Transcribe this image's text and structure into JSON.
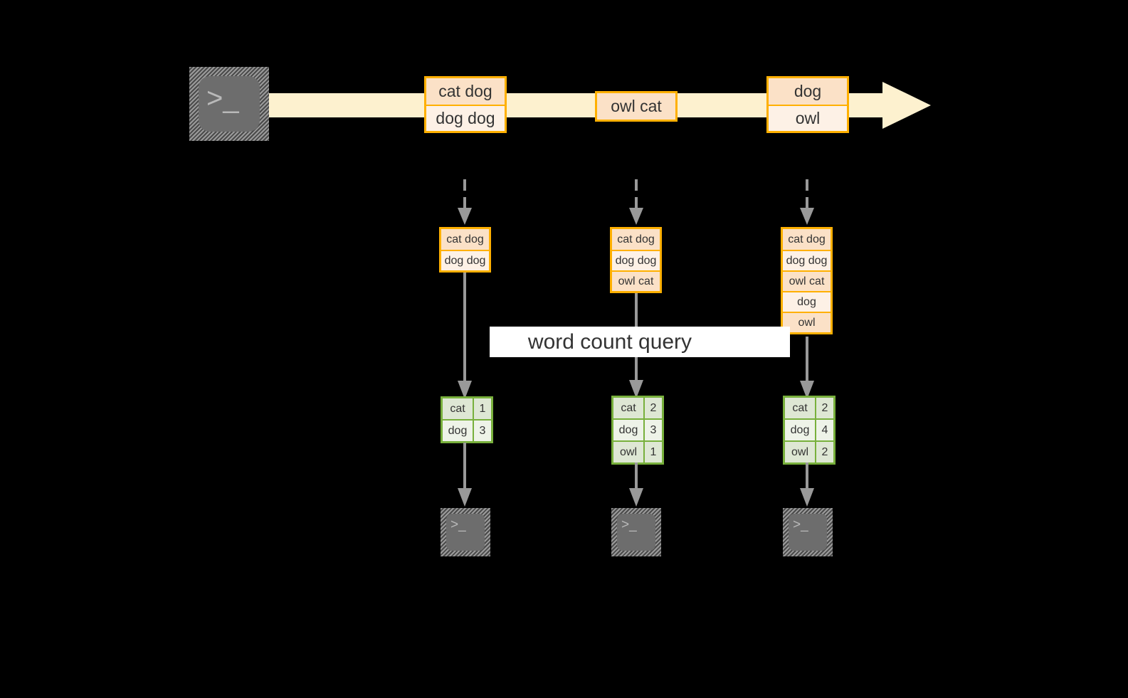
{
  "diagram": {
    "title": "word count query",
    "colors": {
      "background": "#000000",
      "batch_border": "#ffb000",
      "batch_fill_dark": "#fbe1c7",
      "batch_fill_light": "#fdf1e6",
      "stream_arrow": "#fdf1cf",
      "result_border": "#78b03c",
      "result_fill_dark": "#dee7d4",
      "result_fill_light": "#eef3e8",
      "connector": "#999999",
      "terminal_body": "#6d6d6d",
      "label_background": "#ffffff",
      "text": "#333333"
    },
    "source": {
      "icon": "terminal-icon",
      "prompt": ">_"
    },
    "stream": {
      "icon": "right-arrow-icon",
      "batches": [
        {
          "name": "batch-1",
          "rows": [
            {
              "text": "cat dog",
              "shade": "dark"
            },
            {
              "text": "dog dog",
              "shade": "light"
            }
          ]
        },
        {
          "name": "batch-2",
          "rows": [
            {
              "text": "owl cat",
              "shade": "dark"
            }
          ]
        },
        {
          "name": "batch-3",
          "rows": [
            {
              "text": "dog",
              "shade": "dark"
            },
            {
              "text": "owl",
              "shade": "light"
            }
          ]
        }
      ]
    },
    "snapshots": [
      {
        "name": "snapshot-1",
        "rows": [
          {
            "text": "cat dog",
            "shade": "dark"
          },
          {
            "text": "dog dog",
            "shade": "light"
          }
        ]
      },
      {
        "name": "snapshot-2",
        "rows": [
          {
            "text": "cat dog",
            "shade": "dark"
          },
          {
            "text": "dog dog",
            "shade": "light"
          },
          {
            "text": "owl cat",
            "shade": "dark"
          }
        ]
      },
      {
        "name": "snapshot-3",
        "rows": [
          {
            "text": "cat dog",
            "shade": "dark"
          },
          {
            "text": "dog dog",
            "shade": "light"
          },
          {
            "text": "owl cat",
            "shade": "dark"
          },
          {
            "text": "dog",
            "shade": "light"
          },
          {
            "text": "owl",
            "shade": "dark"
          }
        ]
      }
    ],
    "results": [
      {
        "name": "result-1",
        "rows": [
          {
            "word": "cat",
            "count": "1",
            "shade": "dark"
          },
          {
            "word": "dog",
            "count": "3",
            "shade": "light"
          }
        ]
      },
      {
        "name": "result-2",
        "rows": [
          {
            "word": "cat",
            "count": "2",
            "shade": "dark"
          },
          {
            "word": "dog",
            "count": "3",
            "shade": "light"
          },
          {
            "word": "owl",
            "count": "1",
            "shade": "dark"
          }
        ]
      },
      {
        "name": "result-3",
        "rows": [
          {
            "word": "cat",
            "count": "2",
            "shade": "dark"
          },
          {
            "word": "dog",
            "count": "4",
            "shade": "light"
          },
          {
            "word": "owl",
            "count": "2",
            "shade": "dark"
          }
        ]
      }
    ],
    "sinks": [
      {
        "name": "sink-1",
        "icon": "terminal-icon",
        "prompt": ">_"
      },
      {
        "name": "sink-2",
        "icon": "terminal-icon",
        "prompt": ">_"
      },
      {
        "name": "sink-3",
        "icon": "terminal-icon",
        "prompt": ">_"
      }
    ]
  }
}
